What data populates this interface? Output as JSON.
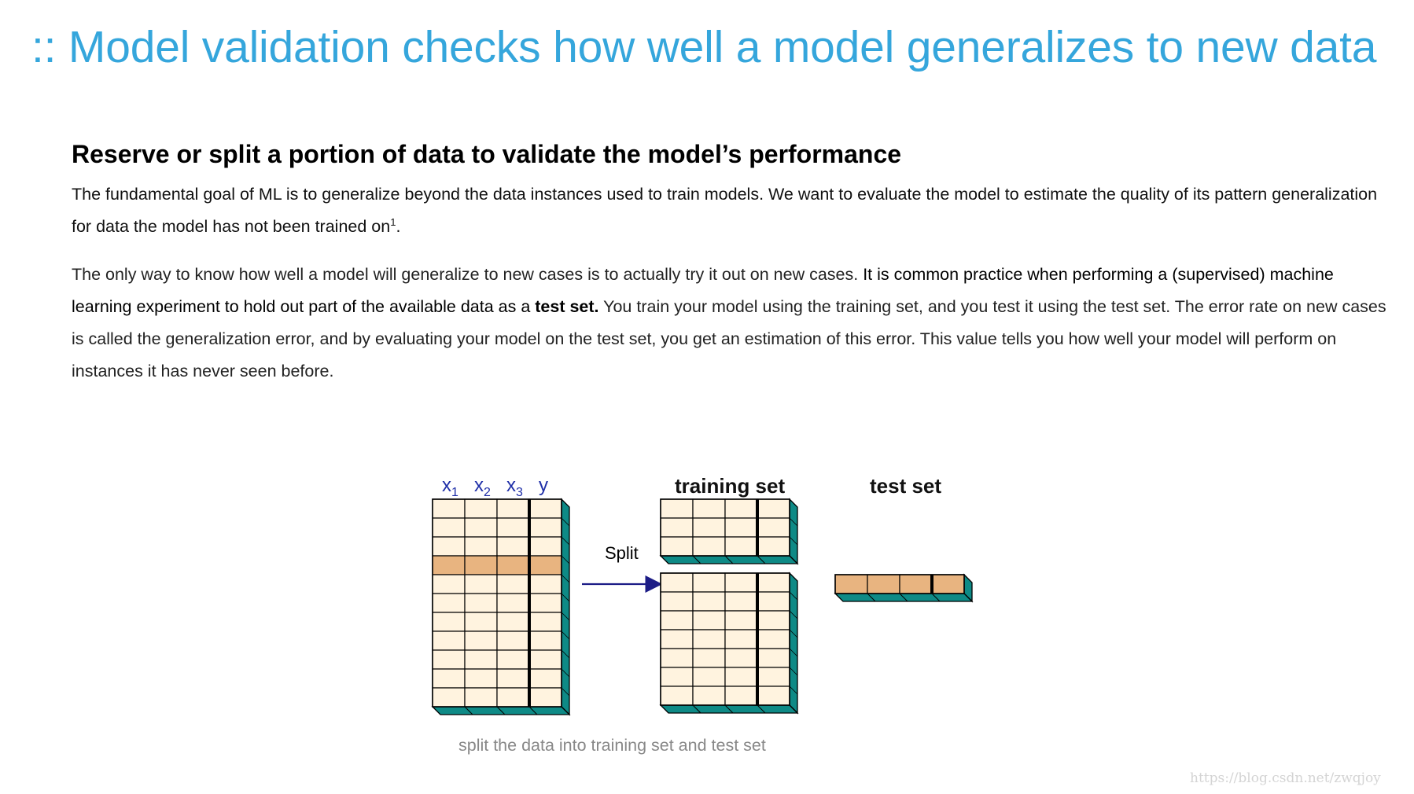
{
  "title": ":: Model validation checks how well a model generalizes to new data",
  "heading": "Reserve or split a portion of data to validate the model’s performance",
  "paragraph1": {
    "text": "The fundamental goal of ML is to generalize beyond the data instances used to train models. We want to evaluate the model to estimate the quality of its pattern generalization for data the model has not been trained on",
    "footnote": "1",
    "end": "."
  },
  "paragraph2": {
    "part1": "The only way to know how well a model will generalize to new cases is to actually try it out on new cases. ",
    "part2": "It is common practice when performing a (supervised) machine learning experiment to hold out part of the available data as a ",
    "bold": "test set.",
    "part3": " You train your model using the training set, and you test it using the test set. The error rate on new cases is called the generalization error, and by evaluating your model on the test set, you get an estimation of this error. This value tells you how well your model will perform on instances it has never seen before."
  },
  "diagram": {
    "column_labels": [
      {
        "base": "x",
        "sub": "1"
      },
      {
        "base": "x",
        "sub": "2"
      },
      {
        "base": "x",
        "sub": "3"
      },
      {
        "base": "y",
        "sub": ""
      }
    ],
    "split_label": "Split",
    "training_label": "training set",
    "test_label": "test set",
    "full_rows": 11,
    "highlight_row": 3,
    "training_top_rows": 3,
    "training_bottom_rows": 7,
    "test_rows": 1,
    "colors": {
      "cell": "#fff3df",
      "highlight": "#e8b480",
      "side": "#0e8a86",
      "label_blue": "#1f2fa8",
      "arrow": "#1c1c86"
    },
    "caption": "split the data into training set and test set"
  },
  "watermark": "https://blog.csdn.net/zwqjoy"
}
